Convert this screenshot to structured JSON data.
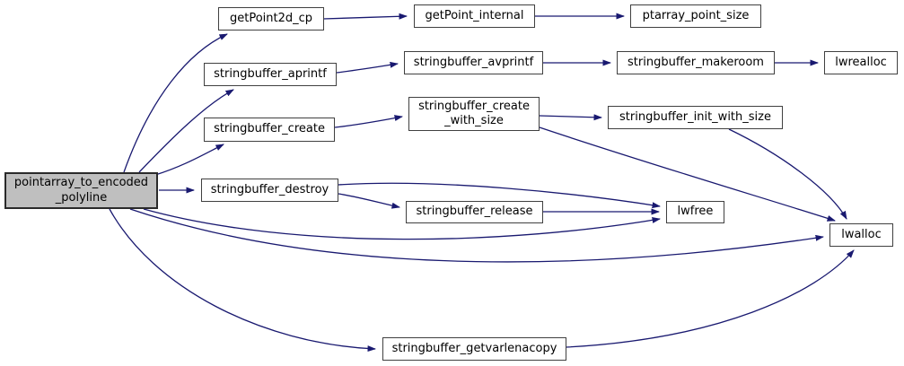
{
  "diagram": {
    "type": "call-graph",
    "background_color": "#ffffff",
    "edge_color": "#191970",
    "node_fill": "#ffffff",
    "node_border_color": "#404040",
    "highlight_node_fill": "#bfbfbf",
    "nodes": [
      {
        "id": "pointarray_to_encoded_polyline",
        "label": "pointarray_to_encoded\n_polyline",
        "highlighted": true
      },
      {
        "id": "getPoint2d_cp",
        "label": "getPoint2d_cp",
        "highlighted": false
      },
      {
        "id": "getPoint_internal",
        "label": "getPoint_internal",
        "highlighted": false
      },
      {
        "id": "ptarray_point_size",
        "label": "ptarray_point_size",
        "highlighted": false
      },
      {
        "id": "stringbuffer_aprintf",
        "label": "stringbuffer_aprintf",
        "highlighted": false
      },
      {
        "id": "stringbuffer_avprintf",
        "label": "stringbuffer_avprintf",
        "highlighted": false
      },
      {
        "id": "stringbuffer_makeroom",
        "label": "stringbuffer_makeroom",
        "highlighted": false
      },
      {
        "id": "lwrealloc",
        "label": "lwrealloc",
        "highlighted": false
      },
      {
        "id": "stringbuffer_create",
        "label": "stringbuffer_create",
        "highlighted": false
      },
      {
        "id": "stringbuffer_create_with_size",
        "label": "stringbuffer_create\n_with_size",
        "highlighted": false
      },
      {
        "id": "stringbuffer_init_with_size",
        "label": "stringbuffer_init_with_size",
        "highlighted": false
      },
      {
        "id": "stringbuffer_destroy",
        "label": "stringbuffer_destroy",
        "highlighted": false
      },
      {
        "id": "stringbuffer_release",
        "label": "stringbuffer_release",
        "highlighted": false
      },
      {
        "id": "lwfree",
        "label": "lwfree",
        "highlighted": false
      },
      {
        "id": "lwalloc",
        "label": "lwalloc",
        "highlighted": false
      },
      {
        "id": "stringbuffer_getvarlenacopy",
        "label": "stringbuffer_getvarlenacopy",
        "highlighted": false
      }
    ],
    "edges": [
      {
        "from": "pointarray_to_encoded_polyline",
        "to": "getPoint2d_cp"
      },
      {
        "from": "pointarray_to_encoded_polyline",
        "to": "stringbuffer_aprintf"
      },
      {
        "from": "pointarray_to_encoded_polyline",
        "to": "stringbuffer_create"
      },
      {
        "from": "pointarray_to_encoded_polyline",
        "to": "stringbuffer_destroy"
      },
      {
        "from": "pointarray_to_encoded_polyline",
        "to": "lwfree"
      },
      {
        "from": "pointarray_to_encoded_polyline",
        "to": "lwalloc"
      },
      {
        "from": "pointarray_to_encoded_polyline",
        "to": "stringbuffer_getvarlenacopy"
      },
      {
        "from": "getPoint2d_cp",
        "to": "getPoint_internal"
      },
      {
        "from": "getPoint_internal",
        "to": "ptarray_point_size"
      },
      {
        "from": "stringbuffer_aprintf",
        "to": "stringbuffer_avprintf"
      },
      {
        "from": "stringbuffer_avprintf",
        "to": "stringbuffer_makeroom"
      },
      {
        "from": "stringbuffer_makeroom",
        "to": "lwrealloc"
      },
      {
        "from": "stringbuffer_create",
        "to": "stringbuffer_create_with_size"
      },
      {
        "from": "stringbuffer_create_with_size",
        "to": "stringbuffer_init_with_size"
      },
      {
        "from": "stringbuffer_create_with_size",
        "to": "lwalloc"
      },
      {
        "from": "stringbuffer_init_with_size",
        "to": "lwalloc"
      },
      {
        "from": "stringbuffer_destroy",
        "to": "stringbuffer_release"
      },
      {
        "from": "stringbuffer_destroy",
        "to": "lwfree"
      },
      {
        "from": "stringbuffer_release",
        "to": "lwfree"
      },
      {
        "from": "stringbuffer_getvarlenacopy",
        "to": "lwalloc"
      }
    ]
  }
}
